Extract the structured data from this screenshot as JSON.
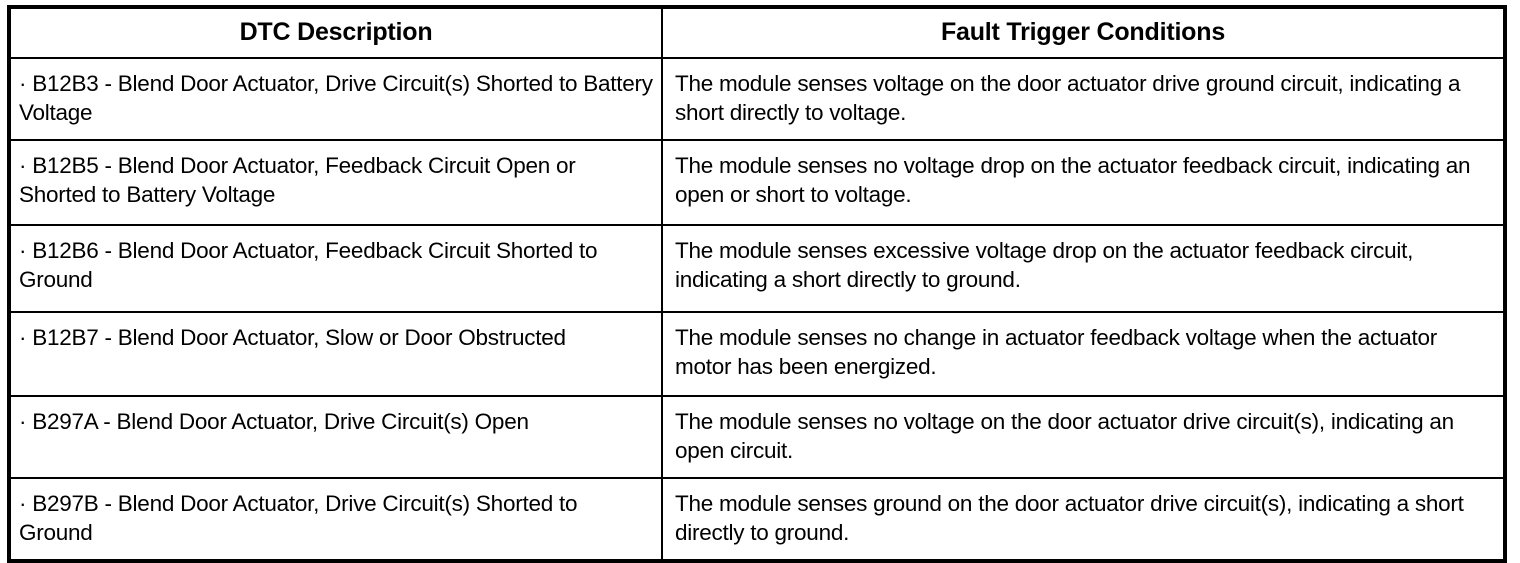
{
  "table": {
    "columns": [
      {
        "id": "dtc_description",
        "label": "DTC Description"
      },
      {
        "id": "fault_trigger_conditions",
        "label": "Fault Trigger Conditions"
      }
    ],
    "bullet": "·",
    "rows": [
      {
        "dtc_description": "· B12B3 - Blend Door Actuator, Drive Circuit(s) Shorted to Battery Voltage",
        "fault_trigger_conditions": "The module senses voltage on the door actuator drive ground circuit, indicating a short directly to voltage."
      },
      {
        "dtc_description": "· B12B5 - Blend Door Actuator, Feedback Circuit Open or Shorted to Battery Voltage",
        "fault_trigger_conditions": "The module senses no voltage drop on the actuator feedback circuit, indicating an open or short to voltage."
      },
      {
        "dtc_description": "· B12B6 - Blend Door Actuator, Feedback Circuit Shorted to Ground",
        "fault_trigger_conditions": "The module senses excessive voltage drop on the actuator feedback circuit, indicating a short directly to ground."
      },
      {
        "dtc_description": "· B12B7 - Blend Door Actuator, Slow or Door Obstructed",
        "fault_trigger_conditions": "The module senses no change in actuator feedback voltage when the actuator motor has been energized."
      },
      {
        "dtc_description": "· B297A - Blend Door Actuator, Drive Circuit(s) Open",
        "fault_trigger_conditions": "The module senses no voltage on the door actuator drive circuit(s), indicating an open circuit."
      },
      {
        "dtc_description": "· B297B - Blend Door Actuator, Drive Circuit(s) Shorted to Ground",
        "fault_trigger_conditions": "The module senses ground on the door actuator drive circuit(s), indicating a short directly to ground."
      }
    ]
  },
  "colors": {
    "border": "#000000",
    "text": "#000000",
    "background": "#ffffff"
  }
}
